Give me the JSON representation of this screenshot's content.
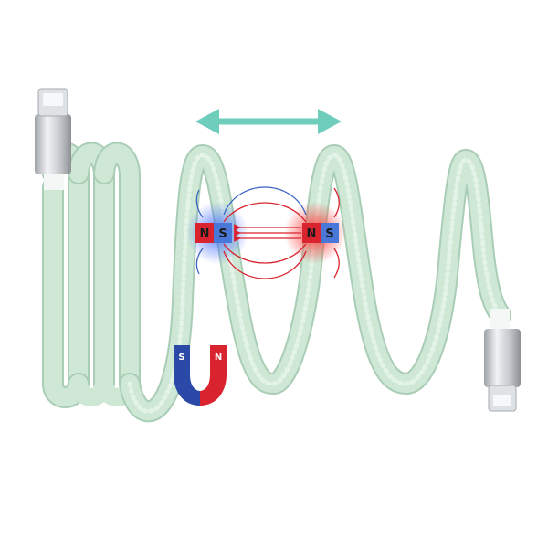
{
  "scene": {
    "background": "#ffffff",
    "cable_color": "#cfe8d6",
    "cable_shadow": "#a9cdb5",
    "cable_highlight": "#e8f5ec",
    "motion_arrow_color": "#6fcdbb",
    "north_color": "#d9232e",
    "south_color": "#2b4aa8",
    "field_line_red": "#d9232e",
    "field_line_blue": "#3a63c4"
  },
  "magnets": {
    "left_bar": {
      "n_label": "N",
      "s_label": "S"
    },
    "right_bar": {
      "n_label": "N",
      "s_label": "S"
    },
    "horseshoe": {
      "s_label": "S",
      "n_label": "N"
    }
  },
  "icons": {
    "motion": "double-headed-arrow-icon",
    "connector": "usb-c-connector-icon",
    "magnet": "horseshoe-magnet-icon"
  }
}
